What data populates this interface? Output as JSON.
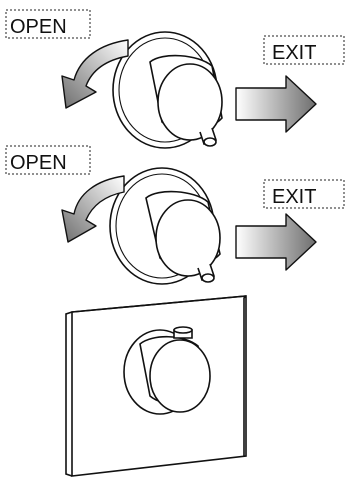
{
  "labels": {
    "open_top": "OPEN",
    "exit_top": "EXIT",
    "open_middle": "OPEN",
    "exit_middle": "EXIT"
  },
  "colors": {
    "line": "#111111",
    "arrow_gradient_start": "#ffffff",
    "arrow_gradient_end": "#6e6e6e",
    "label_frame": "#222222"
  },
  "icons": {
    "rotation_arrow": "curved-arrow-counterclockwise",
    "exit_arrow": "gradient-right-arrow"
  }
}
